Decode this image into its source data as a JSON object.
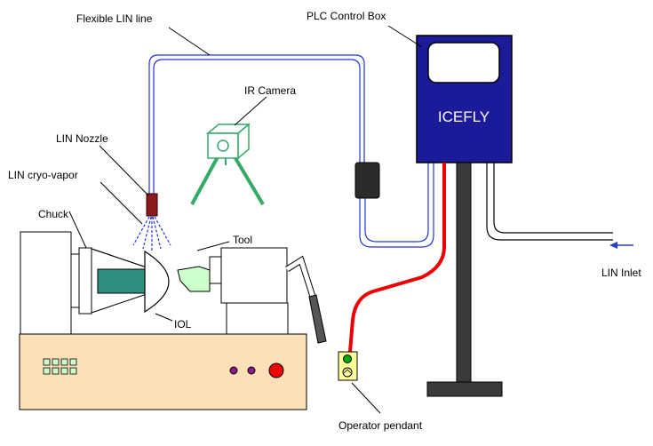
{
  "labels": {
    "flexible_lin_line": "Flexible LIN line",
    "plc_control_box": "PLC Control Box",
    "ir_camera": "IR Camera",
    "lin_nozzle": "LIN Nozzle",
    "lin_cryo_vapor": "LIN cryo-vapor",
    "chuck": "Chuck",
    "tool": "Tool",
    "iol": "IOL",
    "lin_inlet": "LIN Inlet",
    "operator_pendant": "Operator pendant"
  },
  "plc_box": {
    "brand": "ICEFLY"
  },
  "colors": {
    "plc_box": "#1b1b9a",
    "lin_line": "#2233dd",
    "pendant_cable": "#ee0000",
    "camera": "#33aa66",
    "nozzle": "#8b1a1a",
    "workpiece": "#2f8f7f",
    "machine_base": "#fde0b8",
    "keypad": "#ccffcc",
    "pendant": "#ffff99"
  }
}
